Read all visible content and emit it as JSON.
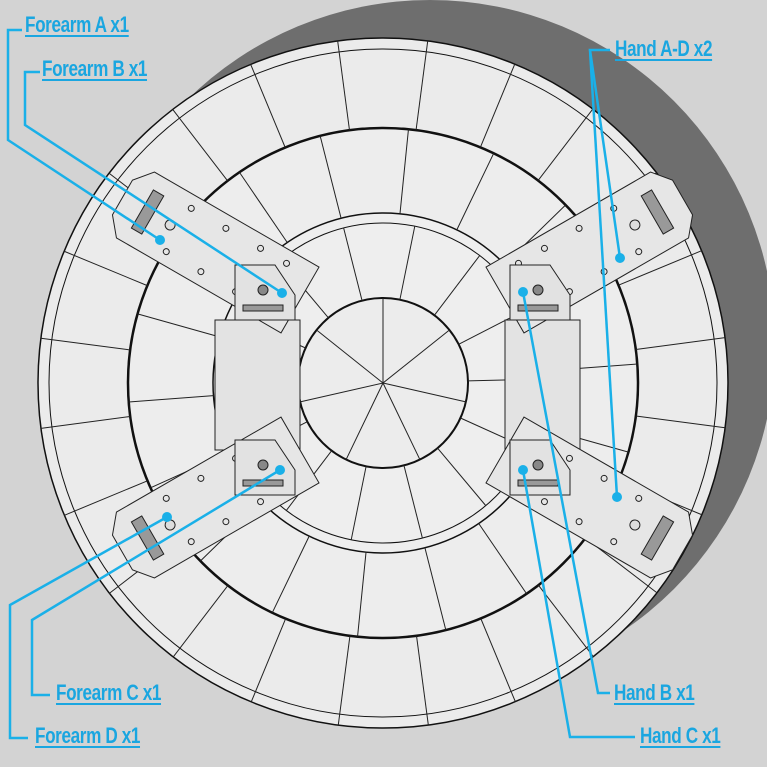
{
  "labels": {
    "forearm_a": "Forearm A x1",
    "forearm_b": "Forearm B x1",
    "forearm_c": "Forearm C x1",
    "forearm_d": "Forearm D x1",
    "hand_ad": "Hand A-D x2",
    "hand_b": "Hand B x1",
    "hand_c": "Hand C x1"
  },
  "colors": {
    "leader": "#1ab0e8",
    "background": "#d3d3d3",
    "shadow": "#6e6e6e",
    "disc": "#ebebeb"
  }
}
